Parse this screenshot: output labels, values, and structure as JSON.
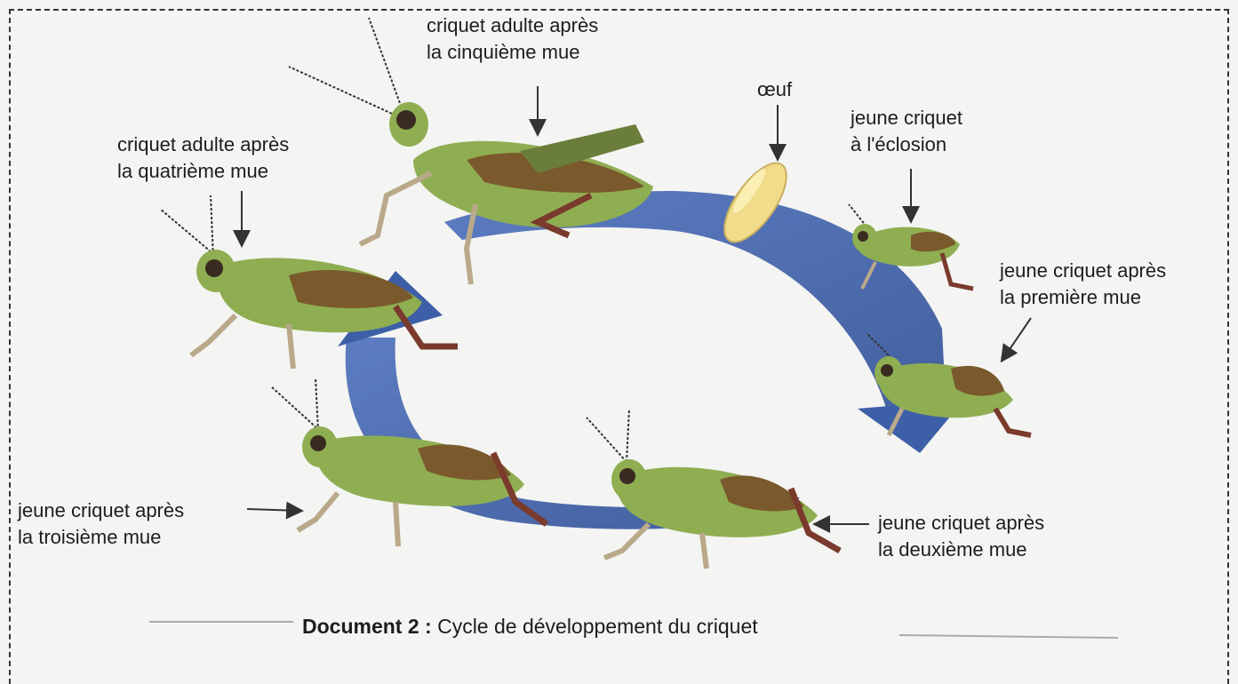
{
  "labels": {
    "adult5": [
      "criquet adulte après",
      "la cinquième mue"
    ],
    "adult4": [
      "criquet adulte après",
      "la quatrième mue"
    ],
    "egg": [
      "œuf"
    ],
    "hatch": [
      "jeune criquet",
      "à l'éclosion"
    ],
    "moult1": [
      "jeune criquet après",
      "la première  mue"
    ],
    "moult2": [
      "jeune criquet après",
      "la deuxième  mue"
    ],
    "moult3": [
      "jeune criquet après",
      "la troisième mue"
    ]
  },
  "caption": {
    "label": "Document 2 :",
    "text": "Cycle de développement du criquet"
  },
  "colors": {
    "cycle_arrow": "#3d5fa8",
    "insect_body": "#8fae52",
    "insect_wing": "#7a5a2c",
    "egg": "#f0dc8a"
  }
}
